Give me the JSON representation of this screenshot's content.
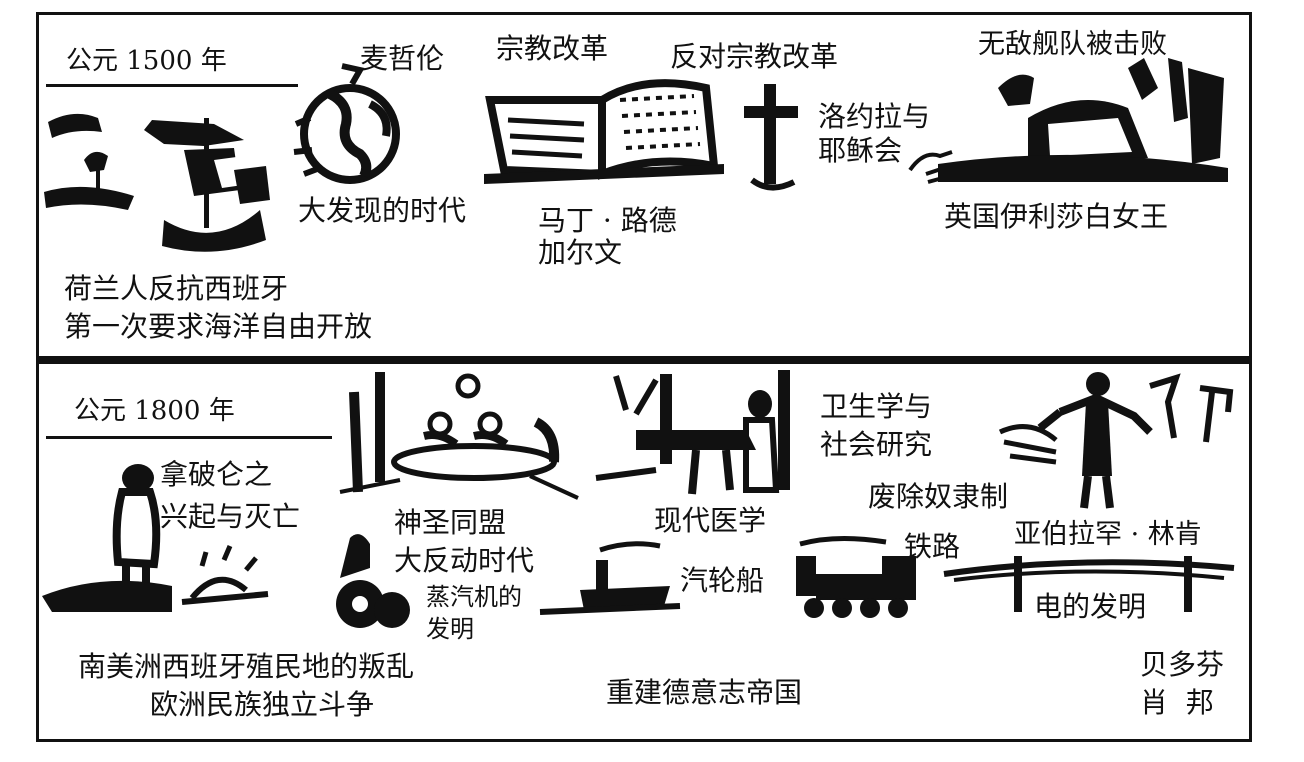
{
  "top_panel": {
    "era": "公元 1500 年",
    "labels": {
      "magellan": "麦哲伦",
      "reformation": "宗教改革",
      "counter_reformation": "反对宗教改革",
      "armada": "无敌舰队被击败",
      "loyola_line1": "洛约拉与",
      "loyola_line2": "耶稣会",
      "discovery": "大发现的时代",
      "luther": "马丁 · 路德",
      "calvin": "加尔文",
      "elizabeth": "英国伊利莎白女王",
      "dutch_line1": "荷兰人反抗西班牙",
      "dutch_line2": "第一次要求海洋自由开放"
    }
  },
  "bottom_panel": {
    "era": "公元 1800 年",
    "labels": {
      "napoleon_line1": "拿破仑之",
      "napoleon_line2": "兴起与灭亡",
      "holy_alliance": "神圣同盟",
      "reaction": "大反动时代",
      "steam_line1": "蒸汽机的",
      "steam_line2": "发明",
      "medicine": "现代医学",
      "steamship": "汽轮船",
      "hygiene_line1": "卫生学与",
      "hygiene_line2": "社会研究",
      "slavery": "废除奴隶制",
      "railway": "铁路",
      "lincoln": "亚伯拉罕 · 林肯",
      "electricity": "电的发明",
      "revolts": "南美洲西班牙殖民地的叛乱",
      "independence": "欧洲民族独立斗争",
      "germany": "重建德意志帝国",
      "beethoven": "贝多芬",
      "chopin": "肖  邦"
    }
  }
}
